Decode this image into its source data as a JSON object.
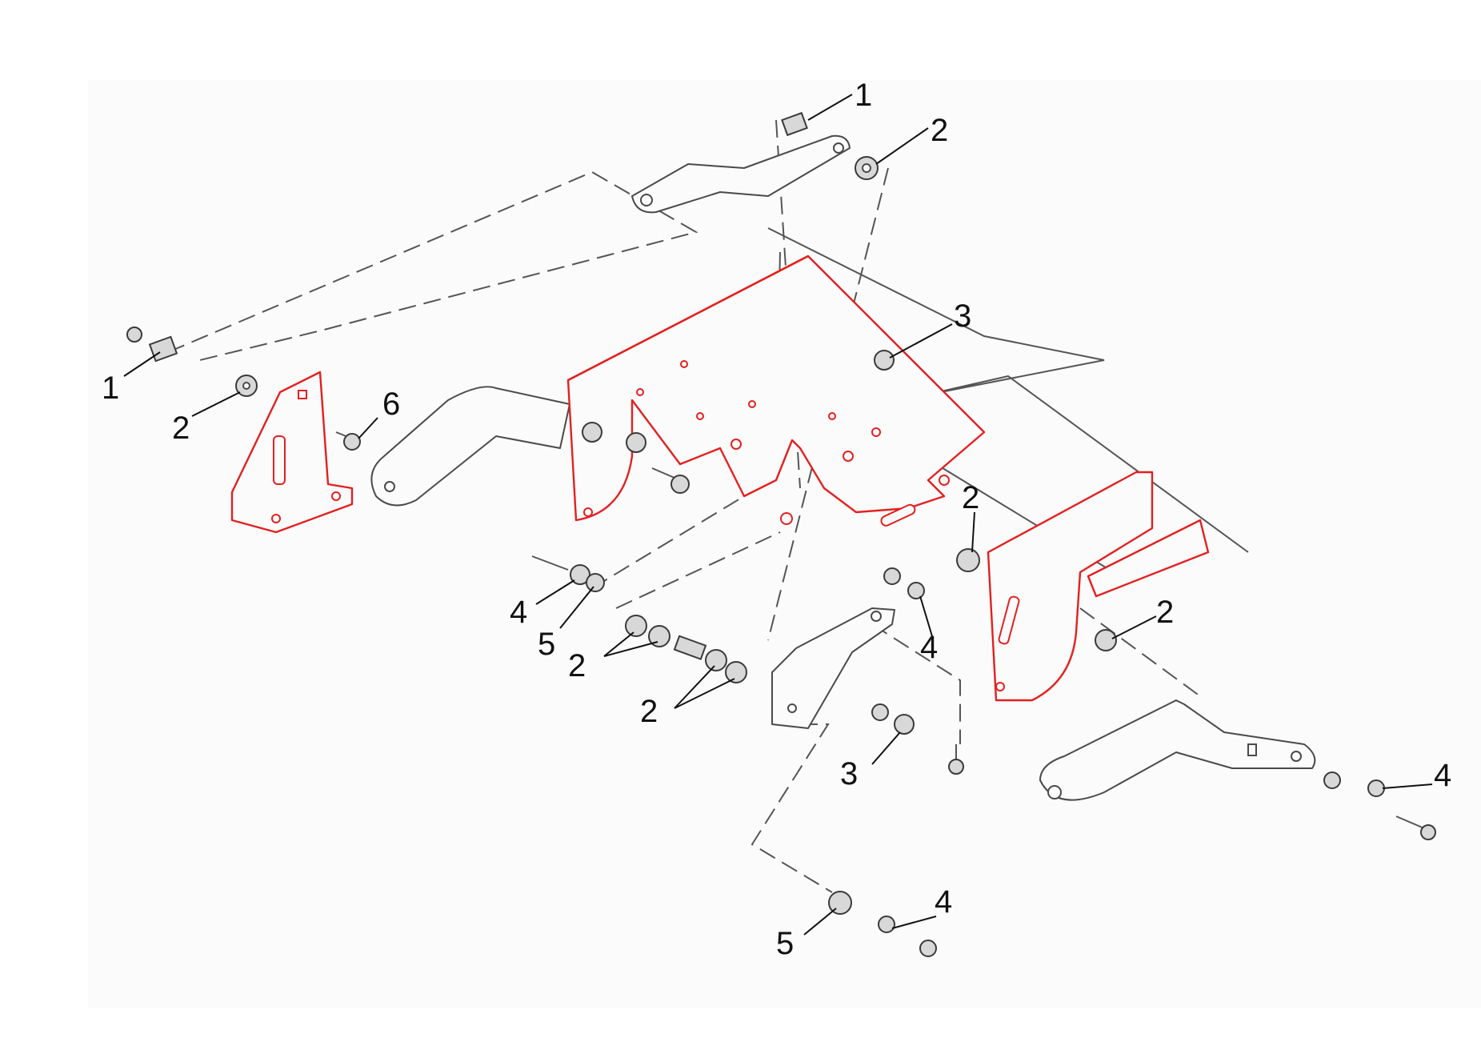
{
  "callouts": [
    {
      "label": "1"
    },
    {
      "label": "2"
    },
    {
      "label": "1"
    },
    {
      "label": "2"
    },
    {
      "label": "6"
    },
    {
      "label": "3"
    },
    {
      "label": "2"
    },
    {
      "label": "4"
    },
    {
      "label": "2"
    },
    {
      "label": "4"
    },
    {
      "label": "5"
    },
    {
      "label": "2"
    },
    {
      "label": "2"
    },
    {
      "label": "3"
    },
    {
      "label": "4"
    },
    {
      "label": "4"
    },
    {
      "label": "5"
    }
  ],
  "colors": {
    "highlight": "#e32020",
    "outline": "#4a4a4a",
    "background_panel": "#fbfbfb"
  }
}
